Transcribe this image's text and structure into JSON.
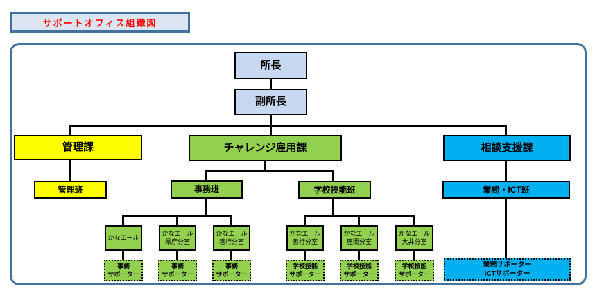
{
  "page": {
    "title_label": "サポートオフィス組織図"
  },
  "colors": {
    "frame_blue": "#41719c",
    "title_fill": "#dbe5f1",
    "title_text_red": "#ff0000",
    "node_lightblue": "#c6d9f0",
    "node_yellow": "#ffff00",
    "node_green": "#92d050",
    "node_cyan": "#00b0f0",
    "connector_black": "#000000"
  },
  "org": {
    "director": "所長",
    "vice_director": "副所長",
    "kanri": {
      "division": "管理課",
      "team": "管理班"
    },
    "challenge": {
      "division": "チャレンジ雇用課",
      "jimu": {
        "team": "事務班",
        "offices": [
          "かなエール",
          "かなエール\n県庁分室",
          "かなエール\n善行分室"
        ],
        "supporter": "事務\nサポーター"
      },
      "gakko": {
        "team": "学校技能班",
        "offices": [
          "かなエール\n善行分室",
          "かなエール\n座間分室",
          "かなエール\n大井分室"
        ],
        "supporter": "学校技能\nサポーター"
      }
    },
    "soudan": {
      "division": "相談支援課",
      "team": "業務・ICT班",
      "supporter": "業務サポーター\nICTサポーター"
    }
  }
}
